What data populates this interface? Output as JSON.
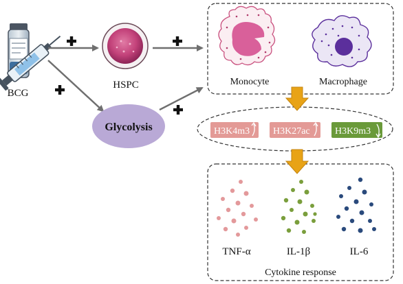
{
  "labels": {
    "bcg": "BCG",
    "hspc": "HSPC",
    "glycolysis": "Glycolysis",
    "monocyte": "Monocyte",
    "macrophage": "Macrophage",
    "cytokine_response": "Cytokine response"
  },
  "histone_marks": [
    {
      "label": "H3K4m3",
      "direction": "up",
      "color": "#e39a96"
    },
    {
      "label": "H3K27ac",
      "direction": "up",
      "color": "#e39a96"
    },
    {
      "label": "H3K9m3",
      "direction": "down",
      "color": "#6a9a3a"
    }
  ],
  "cytokines": [
    {
      "label": "TNF-α",
      "color": "#e3999b"
    },
    {
      "label": "IL-1β",
      "color": "#7a9e3c"
    },
    {
      "label": "IL-6",
      "color": "#2a4a7c"
    }
  ],
  "colors": {
    "arrow_grey": "#6f6f6f",
    "plus": "#111111",
    "down_arrow": "#e8a317",
    "glycolysis_fill": "#b9a9d6",
    "hspc_fill": "#c3427a",
    "monocyte_nucleus": "#d9609a",
    "macrophage_nucleus": "#5b2f9c",
    "dashed_border": "#333333"
  },
  "icons": {
    "vaccine": "vaccine-syringe-icon",
    "plus": "plus-icon",
    "histone_up": "up-arrow-icon",
    "histone_down": "down-arrow-icon"
  }
}
